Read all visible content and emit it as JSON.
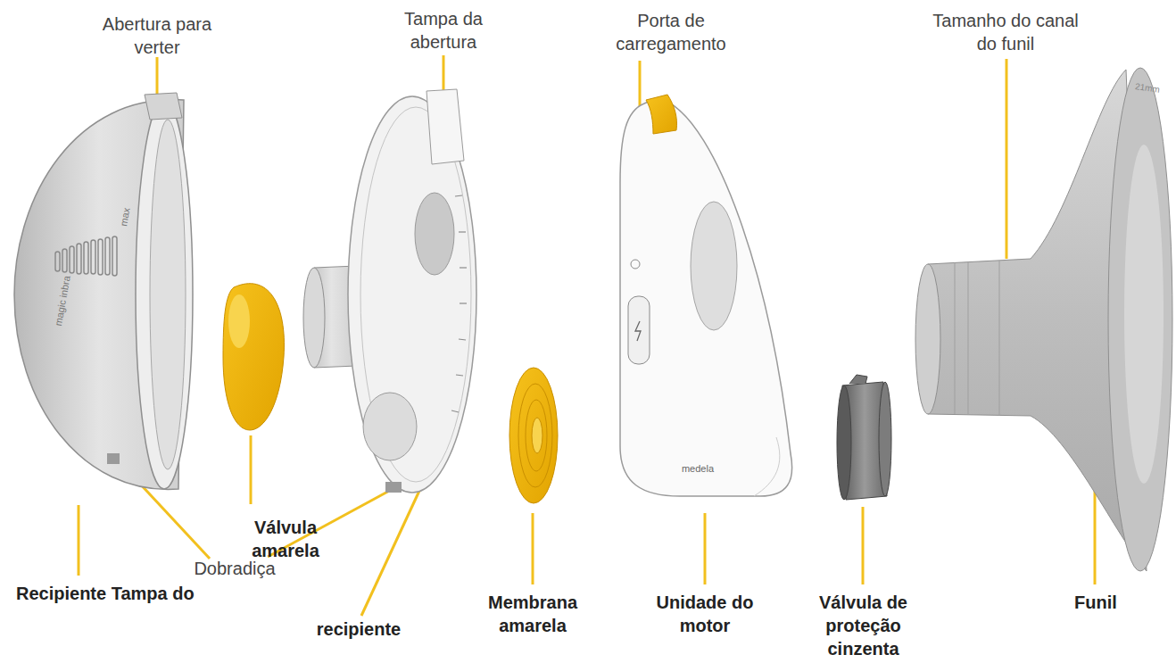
{
  "diagram": {
    "labels": [
      "Abertura para verter",
      "Tampa da abertura",
      "Porta de carregamento",
      "Tamanho do canal do funil",
      "Válvula amarela",
      "Dobradiça",
      "Recipiente Tampa do",
      "recipiente",
      "Membrana amarela",
      "Unidade do motor",
      "Válvula de proteção cinzenta",
      "Funil",
      "max",
      "magic inbra",
      "medela",
      "21mm"
    ]
  }
}
